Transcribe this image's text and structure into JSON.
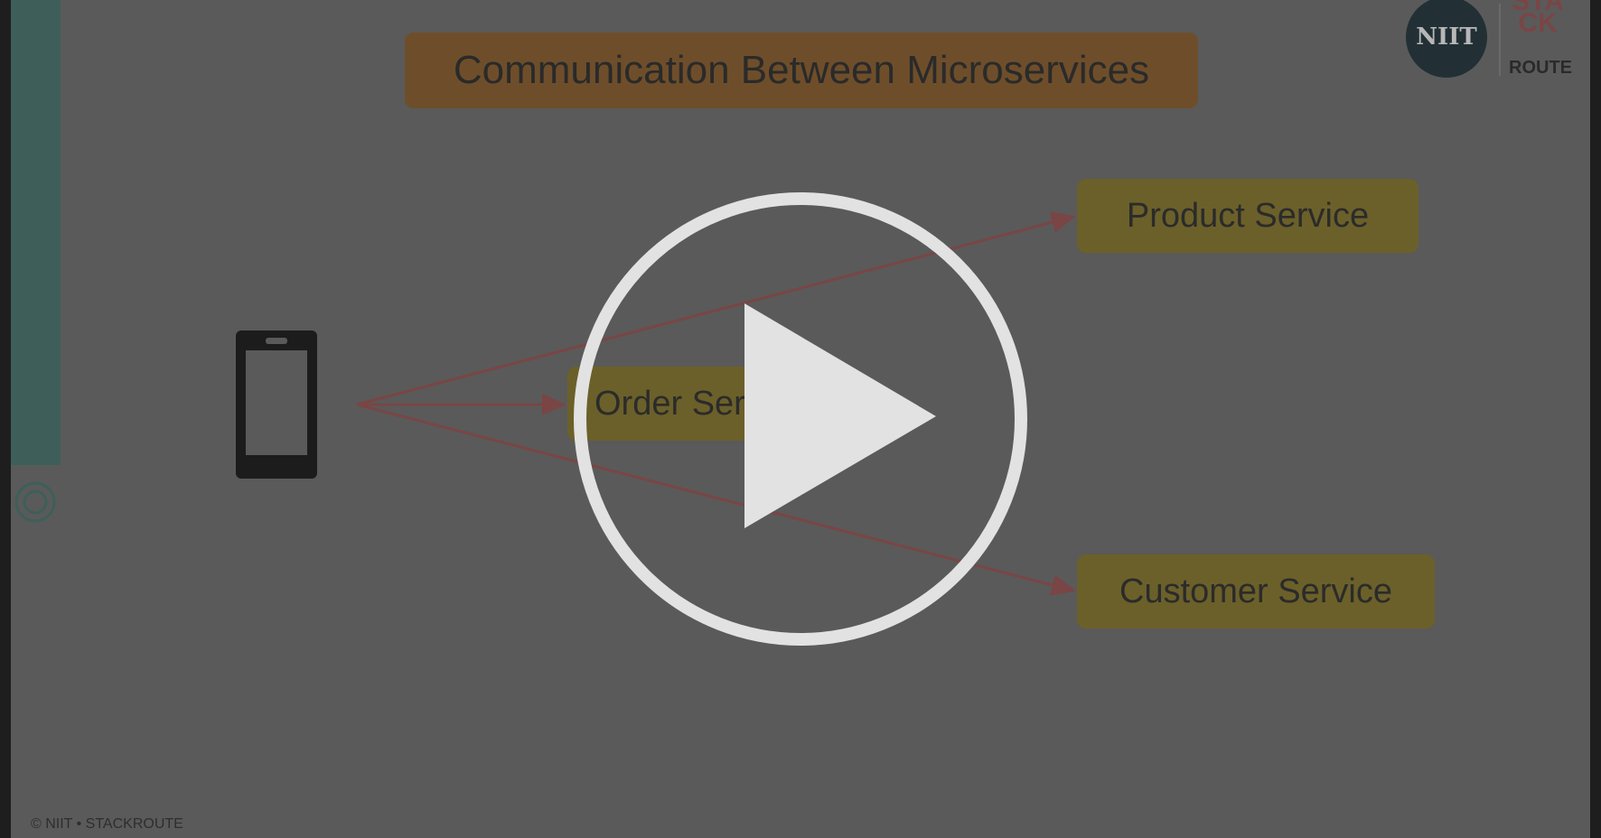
{
  "slide": {
    "title": "Communication Between Microservices",
    "services": {
      "product": "Product Service",
      "order": "Order Service",
      "customer": "Customer Service"
    },
    "logo": {
      "niit": "NIIT",
      "stack": "STA CK",
      "route": "ROUTE"
    },
    "footer": "© NIIT • STACKROUTE"
  },
  "icons": {
    "play": "play-icon",
    "phone": "mobile-phone-icon",
    "target": "target-icon"
  },
  "colors": {
    "overlay_bg": "#5a5a5a",
    "accent_bar": "#3e5f59",
    "title_box": "#6e4e2a",
    "service_box": "#6b6029",
    "arrow": "#7a4545",
    "play": "#e2e2e2"
  }
}
